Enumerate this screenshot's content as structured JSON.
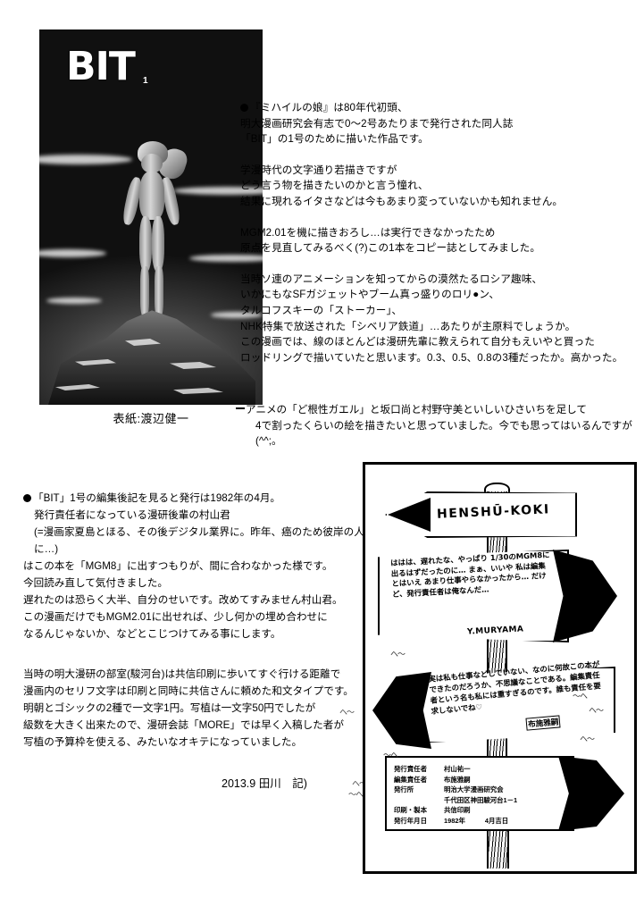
{
  "cover": {
    "logo": "BIT",
    "issue_mark": "1",
    "caption": "表紙:渡辺健一"
  },
  "intro": {
    "paragraphs": [
      {
        "bullet": true,
        "lines": [
          "『ミハイルの娘』は80年代初頭、",
          "明大漫画研究会有志で0〜2号あたりまで発行された同人誌",
          "「BIT」の1号のために描いた作品です。"
        ]
      },
      {
        "bullet": false,
        "lines": [
          "学漫時代の文字通り若描きですが",
          "どう言う物を描きたいのかと言う憧れ、",
          "結果に現れるイタさなどは今もあまり変っていないかも知れません。"
        ]
      },
      {
        "bullet": false,
        "lines": [
          "MGM2.01を機に描きおろし…は実行できなかったため",
          "原点を見直してみるべく(?)この1本をコピー誌としてみました。"
        ]
      },
      {
        "bullet": false,
        "lines": [
          "当時ソ連のアニメーションを知ってからの漠然たるロシア趣味、",
          "いかにもなSFガジェットやブーム真っ盛りのロリ●ン、",
          "タルコフスキーの「ストーカー」、",
          "NHK特集で放送された「シベリア鉄道」…あたりが主原料でしょうか。",
          "この漫画では、線のほとんどは漫研先輩に教えられて自分もえいやと買った",
          "ロッドリングで描いていたと思います。0.3、0.5、0.8の3種だったか。高かった。"
        ]
      }
    ],
    "closing": {
      "line1": "アニメの「ど根性ガエル」と坂口尚と村野守美といしいひさいちを足して",
      "line2": "4で割ったくらいの絵を描きたいと思っていました。今でも思ってはいるんですが(^^;。"
    }
  },
  "essay": {
    "paragraphs": [
      {
        "bullet": true,
        "lines": [
          "「BIT」1号の編集後記を見ると発行は1982年の4月。",
          "発行責任者になっている漫研後輩の村山君",
          "(=漫画家夏島とほる、その後デジタル業界に。昨年、癌のため彼岸の人に…)",
          "はこの本を「MGM8」に出すつもりが、間に合わなかった様です。",
          "今回読み直して気付きました。",
          "遅れたのは恐らく大半、自分のせいです。改めてすみません村山君。",
          "この漫画だけでもMGM2.01に出せれば、少し何かの埋め合わせに",
          "なるんじゃないか、などとこじつけてみる事にします。"
        ]
      },
      {
        "bullet": false,
        "lines": [
          "当時の明大漫研の部室(駿河台)は共信印刷に歩いてすぐ行ける距離で",
          "漫画内のセリフ文字は印刷と同時に共信さんに頼めた和文タイプです。",
          "明朝とゴシックの2種で一文字1円。写植は一文字50円でしたが",
          "級数を大きく出来たので、漫研会誌「MORE」では早く入稿した者が",
          "写植の予算枠を使える、みたいなオキテになっていました。"
        ]
      }
    ],
    "signature": "2013.9 田川　記)"
  },
  "signpost": {
    "sign_koki_label": "HENSHŪ-KOKI",
    "muryama_note": "ははは、遅れたな、やっぱり 1/30のMGM8に出るはずだったのに… まぁ、いいや 私は編集とはいえ あまり仕事やらなかったから… だけど、発行責任者は俺なんだ…",
    "muryama_signature": "Y.MURYAMA",
    "fuse_note": "実は私も仕事などしていない、なのに何故この本ができたのだろうか、不思議なことである。編集責任者という名も私には重すぎるのです。誰も責任を要求しないでね♡",
    "fuse_signature": "布施雅嗣",
    "colophon": {
      "rows": [
        {
          "label": "発行責任者",
          "value": "村山祐一"
        },
        {
          "label": "編集責任者",
          "value": "布施雅嗣"
        },
        {
          "label": "発行所",
          "value": "明治大学漫画研究会"
        }
      ],
      "address": "千代田区神田駿河台1－1",
      "print_label": "印刷・製本",
      "print_value": "共信印刷",
      "date_label": "発行年月日",
      "date_year": "1982年",
      "date_month": "4月吉日"
    },
    "grass": "ヘ〜",
    "grass_alt": "〜ヘ"
  },
  "colors": {
    "ink": "#000000",
    "paper": "#ffffff"
  }
}
